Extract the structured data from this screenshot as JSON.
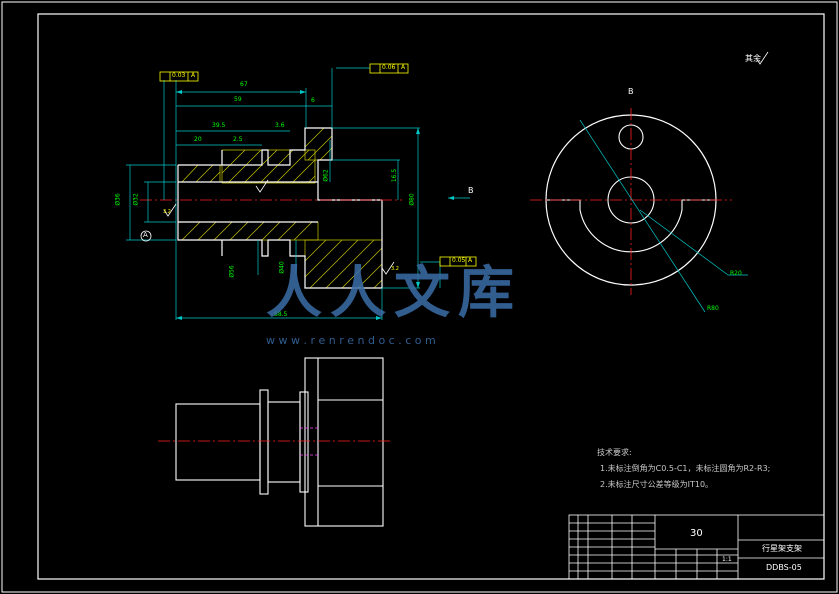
{
  "colors": {
    "background": "#000000",
    "outline": "#ffffff",
    "dimension": "#00c8c8",
    "centerline": "#ff2020",
    "hatch": "#c8c800",
    "tolerance": "#ffff00",
    "hidden": "#ff40ff",
    "dim_text": "#00ff00",
    "watermark": "#3a6ea8"
  },
  "dimensions": {
    "d67": "67",
    "d59": "59",
    "d39_5": "39.5",
    "d20": "20",
    "d2_5": "2.5",
    "d3_6": "3.6",
    "d6": "6",
    "d88_5": "88.5",
    "dia36": "Ø36",
    "dia32": "Ø32",
    "dia56": "Ø56",
    "dia40": "Ø40",
    "dia80": "Ø80",
    "dia62": "Ø62",
    "d16_5": "16.5",
    "r20": "R20",
    "r80": "R80",
    "ra32": "3.2"
  },
  "tolerances": {
    "t1_value": "0.03",
    "t1_datum": "A",
    "t2_value": "0.06",
    "t2_datum": "A",
    "t3_value": "0.05",
    "t3_datum": "A"
  },
  "labels": {
    "section_b": "B",
    "arrow_b": "B",
    "datum_a": "A",
    "roughness_corner": "其余"
  },
  "notes": {
    "title": "技术要求:",
    "line1": "1.未标注倒角为C0.5-C1，未标注圆角为R2-R3;",
    "line2": "2.未标注尺寸公差等级为IT10。"
  },
  "title_block": {
    "material": "30",
    "part_name": "行星架支架",
    "drawing_no": "DDBS-05",
    "scale": "1:1"
  },
  "watermark": {
    "text": "人人文库",
    "url": "w w w . r e n r e n d o c . c o m"
  }
}
